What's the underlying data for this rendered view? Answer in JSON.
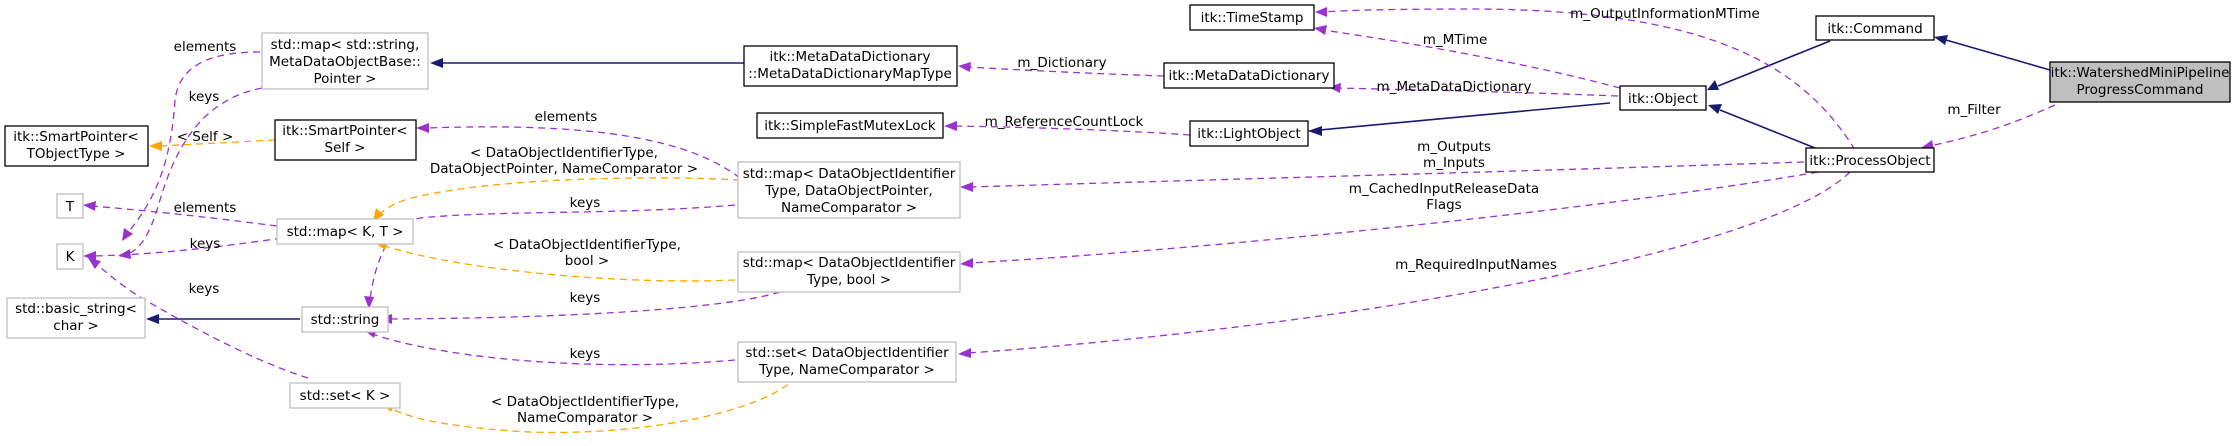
{
  "nodes": {
    "watershed": [
      "itk::WatershedMiniPipeline",
      "ProgressCommand"
    ],
    "command": [
      "itk::Command"
    ],
    "object": [
      "itk::Object"
    ],
    "process_object": [
      "itk::ProcessObject"
    ],
    "timestamp": [
      "itk::TimeStamp"
    ],
    "light_object": [
      "itk::LightObject"
    ],
    "meta_dict": [
      "itk::MetaDataDictionary"
    ],
    "meta_dict_map": [
      "itk::MetaDataDictionary",
      "::MetaDataDictionaryMapType"
    ],
    "mutex_lock": [
      "itk::SimpleFastMutexLock"
    ],
    "map_string_meta": [
      "std::map< std::string,",
      "MetaDataObjectBase::",
      "Pointer >"
    ],
    "smartpointer_tobject": [
      "itk::SmartPointer<",
      "TObjectType >"
    ],
    "smartpointer_self": [
      "itk::SmartPointer<",
      "Self >"
    ],
    "t": [
      "T"
    ],
    "k": [
      "K"
    ],
    "map_kt": [
      "std::map< K, T >"
    ],
    "basic_string": [
      "std::basic_string<",
      "char >"
    ],
    "std_string": [
      "std::string"
    ],
    "set_k": [
      "std::set< K >"
    ],
    "map_doid_ptr": [
      "std::map< DataObjectIdentifier",
      "Type, DataObjectPointer,",
      "NameComparator >"
    ],
    "map_doid_bool": [
      "std::map< DataObjectIdentifier",
      "Type, bool >"
    ],
    "set_doid": [
      "std::set< DataObjectIdentifier",
      "Type, NameComparator >"
    ]
  },
  "edge_labels": {
    "m_filter": [
      "m_Filter"
    ],
    "m_output_info_mtime": [
      "m_OutputInformationMTime"
    ],
    "m_mtime": [
      "m_MTime"
    ],
    "m_dictionary": [
      "m_Dictionary"
    ],
    "m_meta_data_dictionary": [
      "m_MetaDataDictionary"
    ],
    "m_reference_count_lock": [
      "m_ReferenceCountLock"
    ],
    "m_outputs_inputs": [
      "m_Outputs",
      "m_Inputs"
    ],
    "m_cached_input": [
      "m_CachedInputReleaseData",
      "Flags"
    ],
    "m_required_input_names": [
      "m_RequiredInputNames"
    ],
    "elements_top": [
      "elements"
    ],
    "keys_top": [
      "keys"
    ],
    "self_template": [
      "< Self >"
    ],
    "elements_map_t": [
      "elements"
    ],
    "keys_map_k": [
      "keys"
    ],
    "elements_doid_ptr": [
      "elements"
    ],
    "template_doid_ptr": [
      "< DataObjectIdentifierType,",
      "DataObjectPointer, NameComparator >"
    ],
    "keys_doid_ptr": [
      "keys"
    ],
    "template_doid_bool": [
      "< DataObjectIdentifierType,",
      "bool >"
    ],
    "keys_doid_bool": [
      "keys"
    ],
    "keys_set_doid": [
      "keys"
    ],
    "keys_set_k": [
      "keys"
    ],
    "template_set_doid": [
      "< DataObjectIdentifierType,",
      "NameComparator >"
    ]
  },
  "colors": {
    "inheritance": "#191970",
    "member": "#9a32cd",
    "template": "#ffa500",
    "focus_fill": "#bfbfbf",
    "documented_border": "#000000",
    "undocumented_border": "#bfbfbf"
  }
}
